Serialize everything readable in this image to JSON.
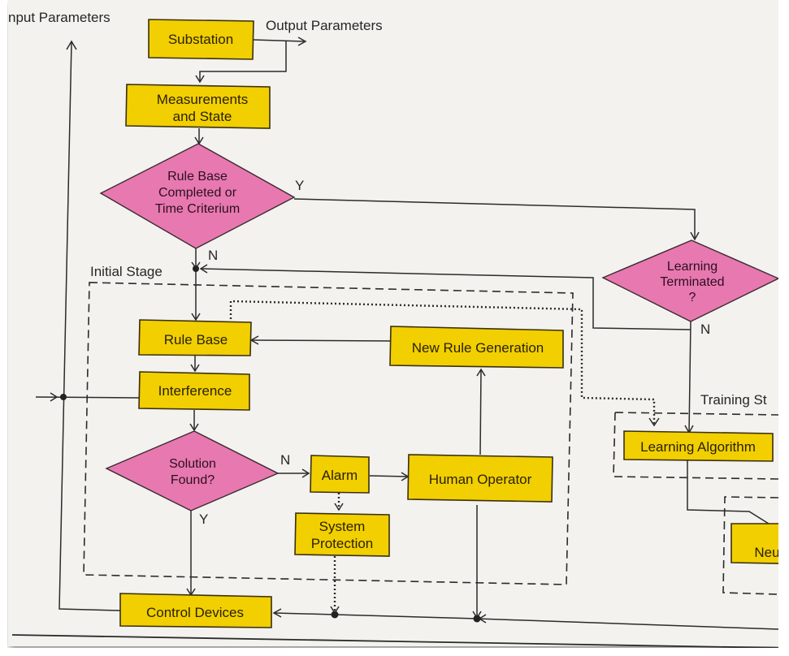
{
  "diagram": {
    "labels": {
      "input_parameters": "nput Parameters",
      "output_parameters": "Output Parameters",
      "initial_stage": "Initial Stage",
      "training_stage": "Training St"
    },
    "boxes": {
      "substation": [
        "Substation"
      ],
      "measurements": [
        "Measurements",
        "and State"
      ],
      "rule_base": [
        "Rule Base"
      ],
      "interference": [
        "Interference"
      ],
      "new_rule_generation": [
        "New Rule Generation"
      ],
      "alarm": [
        "Alarm"
      ],
      "human_operator": [
        "Human Operator"
      ],
      "system_protection": [
        "System",
        "Protection"
      ],
      "control_devices": [
        "Control Devices"
      ],
      "learning_algorithm": [
        "Learning Algorithm"
      ],
      "neural": [
        "Neu"
      ]
    },
    "decisions": {
      "rule_base_completed": [
        "Rule Base",
        "Completed or",
        "Time Criterium"
      ],
      "solution_found": [
        "Solution",
        "Found?"
      ],
      "learning_terminated": [
        "Learning",
        "Terminated",
        "?"
      ]
    },
    "branch_labels": {
      "rule_base_yes": "Y",
      "rule_base_no": "N",
      "solution_no": "N",
      "solution_yes": "Y",
      "learning_no": "N"
    },
    "colors": {
      "process_box": "#f2cf00",
      "decision": "#e878b0",
      "paper": "#f3f2ee"
    }
  }
}
